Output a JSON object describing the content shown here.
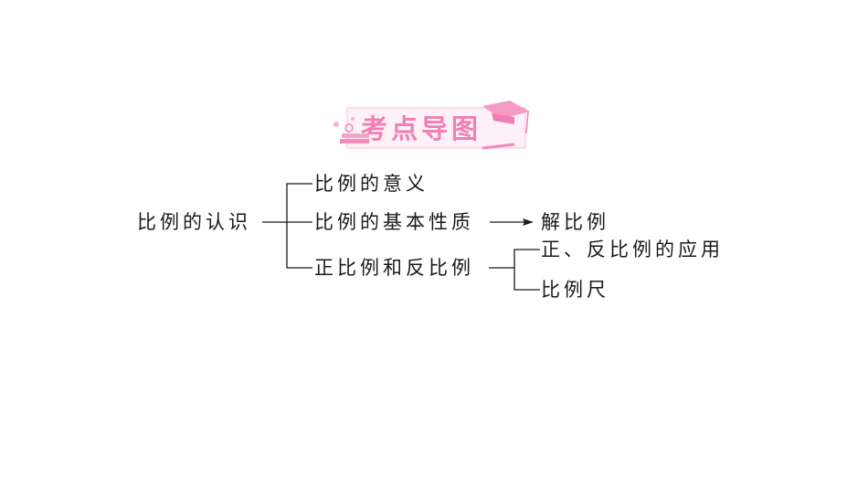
{
  "header": {
    "title": "考点导图"
  },
  "diagram": {
    "root": "比例的认识",
    "branches": [
      {
        "label": "比例的意义"
      },
      {
        "label": "比例的基本性质",
        "arrow_target": "解比例"
      },
      {
        "label": "正比例和反比例",
        "children": [
          "正、反比例的应用",
          "比例尺"
        ]
      }
    ]
  },
  "colors": {
    "accent": "#f07fb4",
    "line": "#1a1a1a"
  }
}
